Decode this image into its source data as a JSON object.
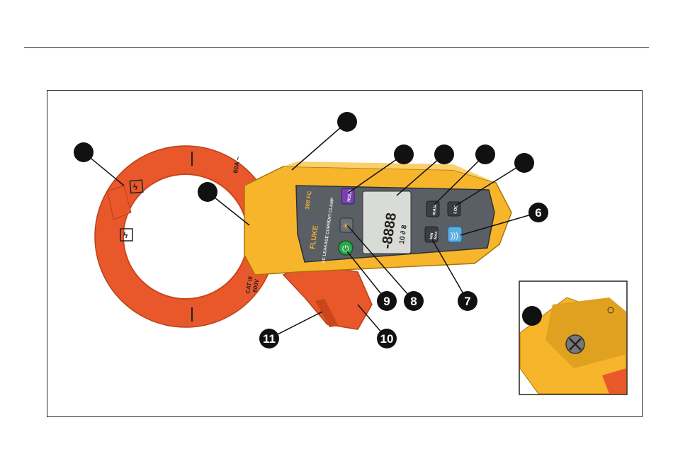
{
  "brand": "FLUKE",
  "model": "369 FC",
  "subtitle": "AC LEAKAGE CURRENT CLAMP",
  "jaw_marking_range": "60A ~",
  "jaw_marking_cat": "CAT III",
  "jaw_marking_volt": "600V",
  "buttons": {
    "hold": "HOLD",
    "range": "mA/A",
    "log": "LOG",
    "minmax_top": "MIN",
    "minmax_bottom": "MAX"
  },
  "display_digits": "-8888",
  "display_small": "10 ∂ 8",
  "callouts": {
    "c6": "6",
    "c7": "7",
    "c8": "8",
    "c9": "9",
    "c10": "10",
    "c11": "11"
  },
  "colors": {
    "body_yellow": "#f7b52b",
    "jaw_orange": "#e8582a",
    "panel_grey": "#5a5f66",
    "callout": "#111111",
    "hold_purple": "#7a3fb2",
    "power_green": "#2aa84a"
  }
}
